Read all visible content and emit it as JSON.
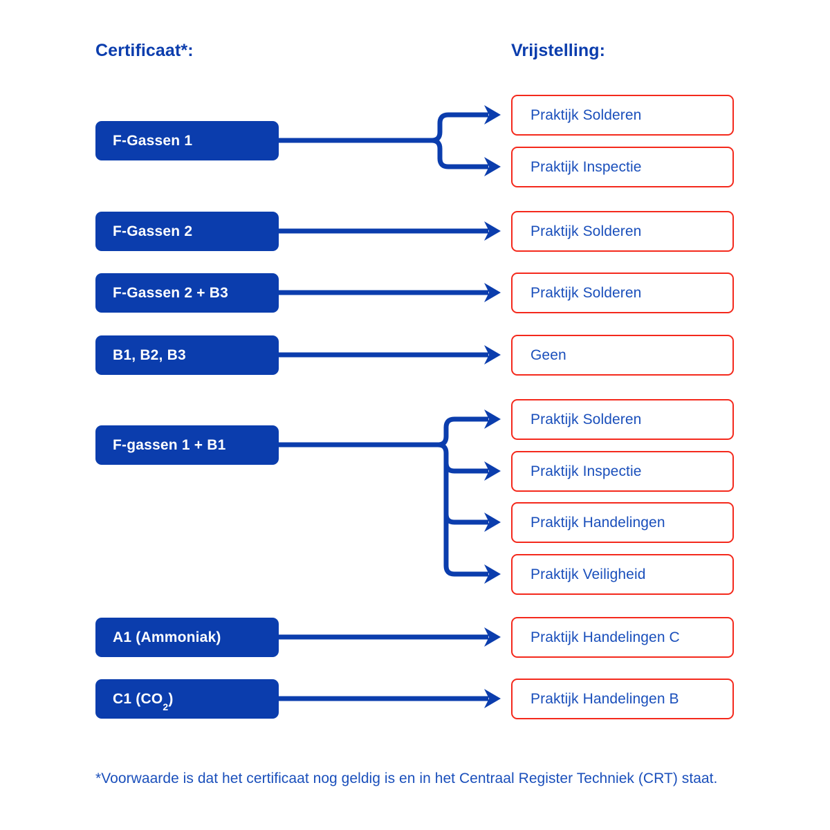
{
  "headers": {
    "left": "Certificaat*:",
    "right": "Vrijstelling:"
  },
  "colors": {
    "brand_blue": "#0b3dad",
    "text_blue": "#1a4fbb",
    "accent_red": "#f4291c",
    "box_text_white": "#ffffff",
    "background": "#ffffff"
  },
  "certificates": [
    {
      "id": "f-gassen-1",
      "label": "F-Gassen 1",
      "label_html": "F-Gassen 1",
      "branches": 2
    },
    {
      "id": "f-gassen-2",
      "label": "F-Gassen 2",
      "label_html": "F-Gassen 2",
      "branches": 1
    },
    {
      "id": "f-gassen-2-b3",
      "label": "F-Gassen 2 + B3",
      "label_html": "F-Gassen 2 + B3",
      "branches": 1
    },
    {
      "id": "b1-b2-b3",
      "label": "B1, B2, B3",
      "label_html": "B1, B2, B3",
      "branches": 1
    },
    {
      "id": "f-gassen-1-b1",
      "label": "F-gassen 1 + B1",
      "label_html": "F-gassen 1 + B1",
      "branches": 4
    },
    {
      "id": "a1-ammoniak",
      "label": "A1 (Ammoniak)",
      "label_html": "A1 (Ammoniak)",
      "branches": 1
    },
    {
      "id": "c1-co2",
      "label": "C1 (CO2)",
      "label_html": "C1 (CO<span class=\"sub\">2</span>)",
      "branches": 1
    }
  ],
  "exemptions": [
    {
      "id": "ex-1",
      "label": "Praktijk Solderen",
      "from": "f-gassen-1"
    },
    {
      "id": "ex-2",
      "label": "Praktijk Inspectie",
      "from": "f-gassen-1"
    },
    {
      "id": "ex-3",
      "label": "Praktijk Solderen",
      "from": "f-gassen-2"
    },
    {
      "id": "ex-4",
      "label": "Praktijk Solderen",
      "from": "f-gassen-2-b3"
    },
    {
      "id": "ex-5",
      "label": "Geen",
      "from": "b1-b2-b3"
    },
    {
      "id": "ex-6",
      "label": "Praktijk Solderen",
      "from": "f-gassen-1-b1"
    },
    {
      "id": "ex-7",
      "label": "Praktijk Inspectie",
      "from": "f-gassen-1-b1"
    },
    {
      "id": "ex-8",
      "label": "Praktijk Handelingen",
      "from": "f-gassen-1-b1"
    },
    {
      "id": "ex-9",
      "label": "Praktijk Veiligheid",
      "from": "f-gassen-1-b1"
    },
    {
      "id": "ex-10",
      "label": "Praktijk Handelingen C",
      "from": "a1-ammoniak"
    },
    {
      "id": "ex-11",
      "label": "Praktijk Handelingen B",
      "from": "c1-co2"
    }
  ],
  "footnote": "*Voorwaarde is dat het certificaat nog geldig is en in het Centraal Register Techniek (CRT) staat."
}
